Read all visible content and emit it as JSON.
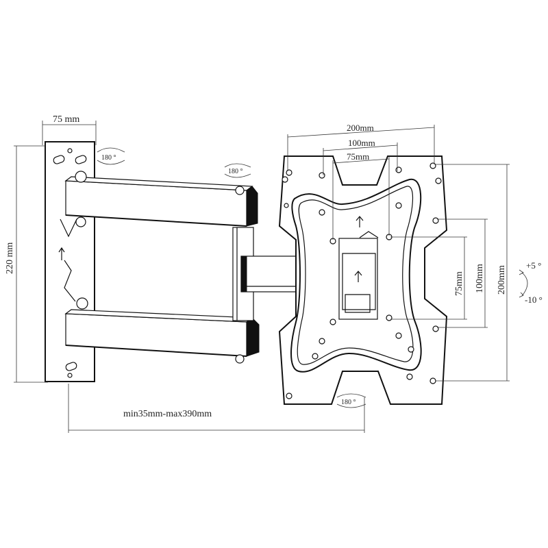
{
  "wall_plate": {
    "width_label": "75 mm",
    "height_label": "220 mm",
    "rotation_label": "180 °"
  },
  "arm": {
    "rotation_label": "180 °",
    "extension_label": "min35mm-max390mm"
  },
  "vesa_plate": {
    "width_200_label": "200mm",
    "width_100_label": "100mm",
    "width_75_label": "75mm",
    "height_75_label": "75mm",
    "height_100_label": "100mm",
    "height_200_label": "200mm",
    "rotation_label": "180 °"
  },
  "tilt": {
    "up_label": "+5 °",
    "down_label": "-10 °"
  }
}
